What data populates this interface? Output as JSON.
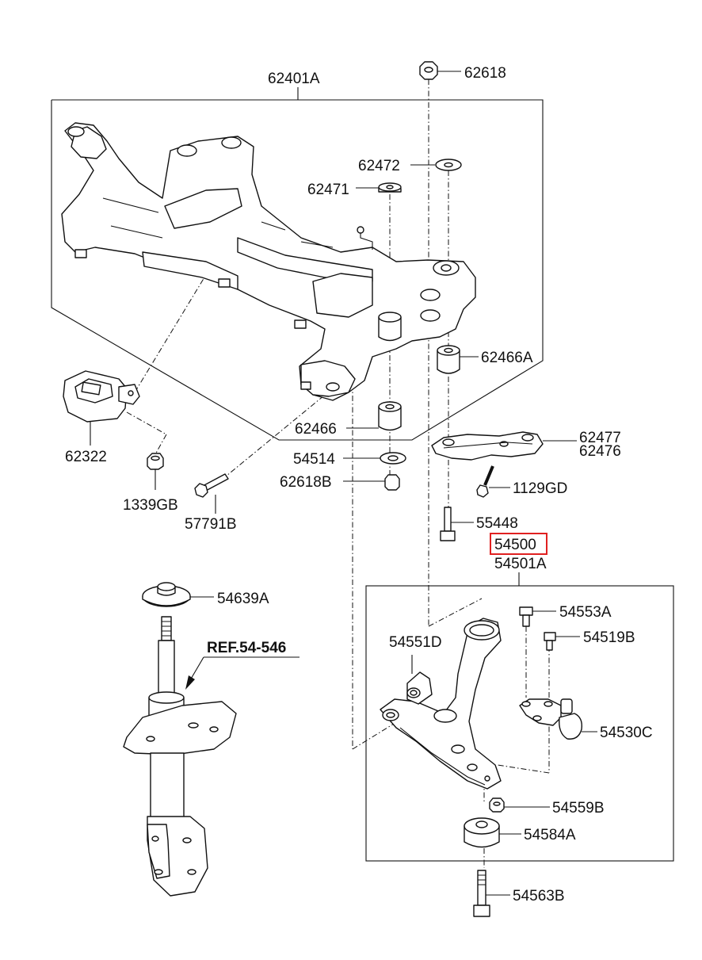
{
  "diagram": {
    "labels": {
      "p62401A": "62401A",
      "p62618": "62618",
      "p62472": "62472",
      "p62471": "62471",
      "p62466A": "62466A",
      "p62322": "62322",
      "p62466": "62466",
      "p54514": "54514",
      "p62618B": "62618B",
      "p62477": "62477",
      "p62476": "62476",
      "p1129GD": "1129GD",
      "p1339GB": "1339GB",
      "p57791B": "57791B",
      "p55448": "55448",
      "p54500": "54500",
      "p54501A": "54501A",
      "p54639A": "54639A",
      "p54553A": "54553A",
      "p54519B": "54519B",
      "p54551D": "54551D",
      "ref": "REF.54-546",
      "p54530C": "54530C",
      "p54559B": "54559B",
      "p54584A": "54584A",
      "p54563B": "54563B"
    },
    "highlight_color": "#e02020"
  }
}
